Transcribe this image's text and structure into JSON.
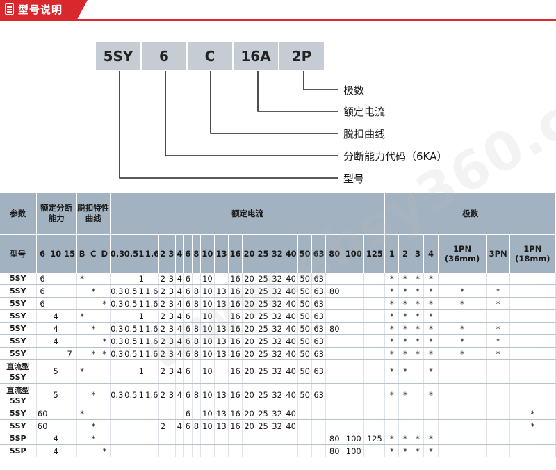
{
  "header": {
    "title": "型号说明"
  },
  "code": [
    "5SY",
    "6",
    "C",
    "16A",
    "2P"
  ],
  "legend": [
    "极数",
    "额定电流",
    "脱扣曲线",
    "分断能力代码（6KA）",
    "型号"
  ],
  "watermark": "www.ehsy360.com",
  "table": {
    "group_headers": [
      "参数",
      "额定分断能力",
      "脱扣特性曲线",
      "额定电流",
      "极数"
    ],
    "columns": [
      "型号",
      "6",
      "10",
      "15",
      "B",
      "C",
      "D",
      "0.3",
      "0.5",
      "1",
      "1.6",
      "2",
      "3",
      "4",
      "6",
      "8",
      "10",
      "13",
      "16",
      "20",
      "25",
      "32",
      "40",
      "50",
      "63",
      "80",
      "100",
      "125",
      "1",
      "2",
      "3",
      "4",
      "1PN (36mm)",
      "3PN",
      "1PN (18mm)"
    ],
    "rows": [
      [
        "5SY",
        "6",
        "",
        "",
        "*",
        "",
        "",
        "",
        "",
        "1",
        "",
        "2",
        "3",
        "4",
        "6",
        "",
        "10",
        "",
        "16",
        "20",
        "25",
        "32",
        "40",
        "50",
        "63",
        "",
        "",
        "",
        "*",
        "*",
        "*",
        "*",
        "",
        "",
        ""
      ],
      [
        "5SY",
        "6",
        "",
        "",
        "",
        "*",
        "",
        "0.3",
        "0.5",
        "1",
        "1.6",
        "2",
        "3",
        "4",
        "6",
        "8",
        "10",
        "13",
        "16",
        "20",
        "25",
        "32",
        "40",
        "50",
        "63",
        "80",
        "",
        "",
        "*",
        "*",
        "*",
        "*",
        "*",
        "*",
        ""
      ],
      [
        "5SY",
        "6",
        "",
        "",
        "",
        "",
        "*",
        "0.3",
        "0.5",
        "1",
        "1.6",
        "2",
        "3",
        "4",
        "6",
        "8",
        "10",
        "13",
        "16",
        "20",
        "25",
        "32",
        "40",
        "50",
        "63",
        "",
        "",
        "",
        "*",
        "*",
        "*",
        "*",
        "*",
        "*",
        ""
      ],
      [
        "5SY",
        "",
        "4",
        "",
        "*",
        "",
        "",
        "",
        "",
        "1",
        "",
        "2",
        "3",
        "4",
        "6",
        "",
        "10",
        "",
        "16",
        "20",
        "25",
        "32",
        "40",
        "50",
        "63",
        "",
        "",
        "",
        "*",
        "*",
        "*",
        "*",
        "",
        "",
        ""
      ],
      [
        "5SY",
        "",
        "4",
        "",
        "",
        "*",
        "",
        "0.3",
        "0.5",
        "1",
        "1.6",
        "2",
        "3",
        "4",
        "6",
        "8",
        "10",
        "13",
        "16",
        "20",
        "25",
        "32",
        "40",
        "50",
        "63",
        "80",
        "",
        "",
        "*",
        "*",
        "*",
        "*",
        "*",
        "*",
        ""
      ],
      [
        "5SY",
        "",
        "4",
        "",
        "",
        "",
        "*",
        "0.3",
        "0.5",
        "1",
        "1.6",
        "2",
        "3",
        "4",
        "6",
        "8",
        "10",
        "13",
        "16",
        "20",
        "25",
        "32",
        "40",
        "50",
        "63",
        "",
        "",
        "",
        "*",
        "*",
        "*",
        "*",
        "*",
        "*",
        ""
      ],
      [
        "5SY",
        "",
        "",
        "7",
        "",
        "*",
        "*",
        "0.3",
        "0.5",
        "1",
        "1.6",
        "2",
        "3",
        "4",
        "6",
        "8",
        "10",
        "13",
        "16",
        "20",
        "25",
        "32",
        "40",
        "50",
        "63",
        "",
        "",
        "",
        "*",
        "*",
        "*",
        "*",
        "*",
        "*",
        ""
      ],
      [
        "直流型 5SY",
        "",
        "5",
        "",
        "*",
        "",
        "",
        "",
        "",
        "1",
        "",
        "2",
        "3",
        "4",
        "6",
        "",
        "10",
        "",
        "16",
        "20",
        "25",
        "32",
        "40",
        "50",
        "63",
        "",
        "",
        "",
        "*",
        "*",
        "",
        "*",
        "",
        "",
        ""
      ],
      [
        "直流型 5SY",
        "",
        "5",
        "",
        "",
        "*",
        "",
        "0.3",
        "0.5",
        "1",
        "1.6",
        "2",
        "3",
        "4",
        "6",
        "8",
        "10",
        "13",
        "16",
        "20",
        "25",
        "32",
        "40",
        "50",
        "63",
        "",
        "",
        "",
        "*",
        "*",
        "",
        "*",
        "",
        "",
        ""
      ],
      [
        "5SY",
        "60",
        "",
        "",
        "*",
        "",
        "",
        "",
        "",
        "",
        "",
        "",
        "",
        "",
        "6",
        "",
        "10",
        "13",
        "16",
        "20",
        "25",
        "32",
        "40",
        "",
        "",
        "",
        "",
        "",
        "",
        "",
        "",
        "",
        "",
        "",
        "*"
      ],
      [
        "5SY",
        "60",
        "",
        "",
        "",
        "*",
        "",
        "",
        "",
        "",
        "",
        "2",
        "",
        "4",
        "6",
        "8",
        "10",
        "13",
        "16",
        "20",
        "25",
        "32",
        "40",
        "",
        "",
        "",
        "",
        "",
        "",
        "",
        "",
        "",
        "",
        "",
        "*"
      ],
      [
        "5SP",
        "",
        "4",
        "",
        "",
        "*",
        "",
        "",
        "",
        "",
        "",
        "",
        "",
        "",
        "",
        "",
        "",
        "",
        "",
        "",
        "",
        "",
        "",
        "",
        "",
        "80",
        "100",
        "125",
        "*",
        "*",
        "*",
        "*",
        "",
        "",
        ""
      ],
      [
        "5SP",
        "",
        "4",
        "",
        "",
        "",
        "*",
        "",
        "",
        "",
        "",
        "",
        "",
        "",
        "",
        "",
        "",
        "",
        "",
        "",
        "",
        "",
        "",
        "",
        "",
        "80",
        "100",
        "",
        "*",
        "*",
        "*",
        "*",
        "",
        "",
        ""
      ]
    ]
  }
}
